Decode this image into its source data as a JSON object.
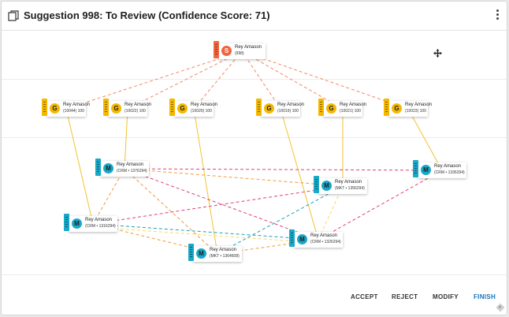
{
  "header": {
    "title": "Suggestion 998: To Review (Confidence Score: 71)"
  },
  "colors": {
    "s": "#f0663c",
    "g": "#f5b800",
    "m": "#18a8c8",
    "edge_orange": "#f39a3c",
    "edge_salmon": "#f08a66",
    "edge_pink": "#e0407a",
    "edge_gold": "#f3c230",
    "edge_teal": "#1f9fb4",
    "edge_lightgold": "#f7d96a",
    "finish": "#1a73b8"
  },
  "nodes": [
    {
      "id": "s998",
      "type": "S",
      "letter": "S",
      "name": "Rey Amason",
      "sub": "(998)"
    },
    {
      "id": "g10044",
      "type": "G",
      "letter": "G",
      "name": "Rey Amason",
      "sub": "(10044) 10044"
    },
    {
      "id": "g10022",
      "type": "G",
      "letter": "G",
      "name": "Rey Amason",
      "sub": "(10022) 10022"
    },
    {
      "id": "g10020",
      "type": "G",
      "letter": "G",
      "name": "Rey Amason",
      "sub": "(10020) 10020"
    },
    {
      "id": "g10019",
      "type": "G",
      "letter": "G",
      "name": "Rey Amason",
      "sub": "(10019) 10019"
    },
    {
      "id": "g10021",
      "type": "G",
      "letter": "G",
      "name": "Rey Amason",
      "sub": "(10021) 10021"
    },
    {
      "id": "g10023",
      "type": "G",
      "letter": "G",
      "name": "Rey Amason",
      "sub": "(10023) 10023"
    },
    {
      "id": "m1376294",
      "type": "M",
      "letter": "M",
      "name": "Rey Amason",
      "sub": "(CRM • 1376294) CRM"
    },
    {
      "id": "m1336294",
      "type": "M",
      "letter": "M",
      "name": "Rey Amason",
      "sub": "(CRM • 1336294) CRM"
    },
    {
      "id": "m1356294",
      "type": "M",
      "letter": "M",
      "name": "Rey Amason",
      "sub": "(MKT • 1356294) MKT"
    },
    {
      "id": "m1316294",
      "type": "M",
      "letter": "M",
      "name": "Rey Amason",
      "sub": "(CRM • 1316294) CRM"
    },
    {
      "id": "m1326294",
      "type": "M",
      "letter": "M",
      "name": "Rey Amason",
      "sub": "(CRM • 1326294) CRM"
    },
    {
      "id": "m1364608",
      "type": "M",
      "letter": "M",
      "name": "Rey Amason",
      "sub": "(MKT • 1364608) MKT"
    }
  ],
  "edges": [
    {
      "from": "s998",
      "to": "g10044",
      "color": "edge_salmon"
    },
    {
      "from": "s998",
      "to": "g10022",
      "color": "edge_salmon"
    },
    {
      "from": "s998",
      "to": "g10020",
      "color": "edge_salmon"
    },
    {
      "from": "s998",
      "to": "g10019",
      "color": "edge_salmon"
    },
    {
      "from": "s998",
      "to": "g10021",
      "color": "edge_salmon"
    },
    {
      "from": "s998",
      "to": "g10023",
      "color": "edge_salmon"
    },
    {
      "from": "g10044",
      "to": "m1316294",
      "color": "edge_gold",
      "solid": true
    },
    {
      "from": "g10022",
      "to": "m1376294",
      "color": "edge_gold",
      "solid": true
    },
    {
      "from": "g10020",
      "to": "m1364608",
      "color": "edge_gold",
      "solid": true
    },
    {
      "from": "g10019",
      "to": "m1326294",
      "color": "edge_gold",
      "solid": true
    },
    {
      "from": "g10021",
      "to": "m1356294",
      "color": "edge_gold",
      "solid": true
    },
    {
      "from": "g10023",
      "to": "m1336294",
      "color": "edge_gold",
      "solid": true
    },
    {
      "from": "m1376294",
      "to": "m1336294",
      "color": "edge_pink"
    },
    {
      "from": "m1376294",
      "to": "m1356294",
      "color": "edge_orange"
    },
    {
      "from": "m1376294",
      "to": "m1316294",
      "color": "edge_orange"
    },
    {
      "from": "m1376294",
      "to": "m1364608",
      "color": "edge_orange"
    },
    {
      "from": "m1376294",
      "to": "m1326294",
      "color": "edge_pink"
    },
    {
      "from": "m1356294",
      "to": "m1316294",
      "color": "edge_pink"
    },
    {
      "from": "m1356294",
      "to": "m1364608",
      "color": "edge_teal"
    },
    {
      "from": "m1356294",
      "to": "m1326294",
      "color": "edge_lightgold"
    },
    {
      "from": "m1336294",
      "to": "m1326294",
      "color": "edge_pink"
    },
    {
      "from": "m1316294",
      "to": "m1326294",
      "color": "edge_teal"
    },
    {
      "from": "m1316294",
      "to": "m1364608",
      "color": "edge_orange"
    },
    {
      "from": "m1364608",
      "to": "m1326294",
      "color": "edge_orange"
    },
    {
      "from": "m1316294",
      "to": "m1326294",
      "color": "edge_lightgold",
      "offset": 1
    }
  ],
  "actions": {
    "accept": "ACCEPT",
    "reject": "REJECT",
    "modify": "MODIFY",
    "finish": "FINISH"
  }
}
